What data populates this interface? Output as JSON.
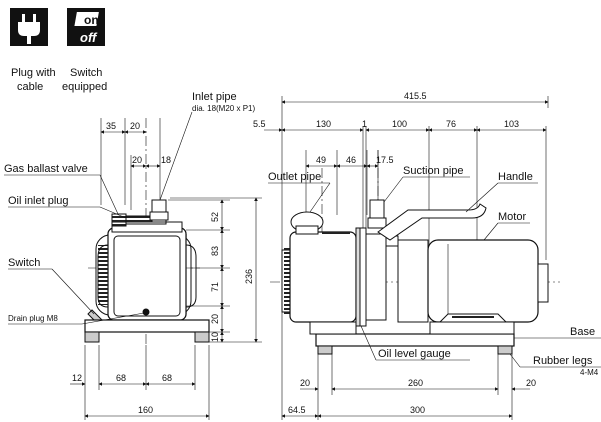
{
  "icons": {
    "plug": {
      "caption_line1": "Plug with",
      "caption_line2": "cable"
    },
    "switch": {
      "text_top": "on",
      "text_bottom": "off",
      "caption_line1": "Switch",
      "caption_line2": "equipped"
    }
  },
  "labels": {
    "inlet_pipe": "Inlet pipe",
    "inlet_pipe_dia": "dia. 18(M20 x P1)",
    "gas_ballast_valve": "Gas ballast valve",
    "oil_inlet_plug": "Oil inlet plug",
    "switch": "Switch",
    "drain_plug": "Drain plug",
    "drain_plug_size": "M8",
    "outlet_pipe": "Outlet pipe",
    "suction_pipe": "Suction pipe",
    "handle": "Handle",
    "motor": "Motor",
    "base": "Base",
    "oil_level_gauge": "Oil level gauge",
    "rubber_legs": "Rubber legs",
    "rubber_legs_size": "4-M4"
  },
  "dims_front": {
    "d35": "35",
    "d20a": "20",
    "d20b": "20",
    "d18": "18",
    "d52": "52",
    "d83": "83",
    "d71": "71",
    "d20c": "20",
    "d10": "10",
    "d236": "236",
    "d12": "12",
    "d68a": "68",
    "d68b": "68",
    "d160": "160"
  },
  "dims_side": {
    "d415_5": "415.5",
    "d5_5": "5.5",
    "d130": "130",
    "d1": "1",
    "d100": "100",
    "d76": "76",
    "d103": "103",
    "d49": "49",
    "d46": "46",
    "d17_5": "17.5",
    "d20a": "20",
    "d260": "260",
    "d20b": "20",
    "d64_5": "64.5",
    "d300": "300"
  }
}
